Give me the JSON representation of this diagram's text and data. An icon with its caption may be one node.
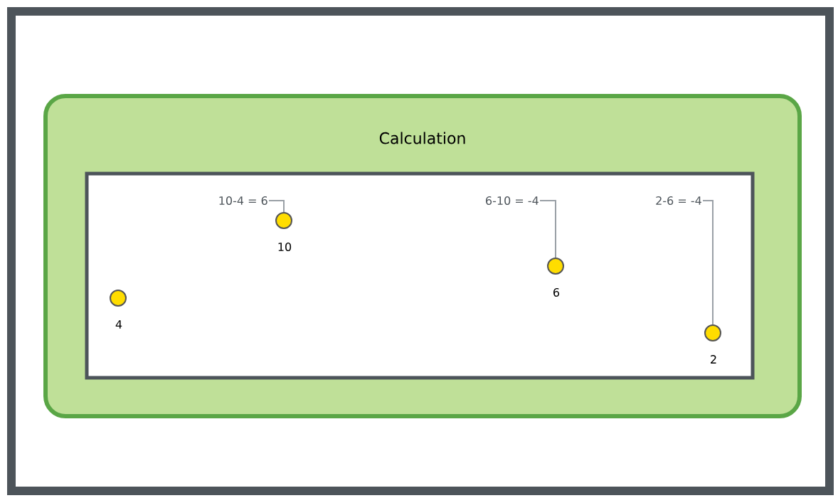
{
  "diagram": {
    "nodes": [
      {
        "text": [
          "Calculation"
        ]
      },
      {
        "text": [],
        "shape": "box",
        "in": 0
      },
      {
        "text": [],
        "shape": "circle",
        "in": 1,
        "beside": [
          "4"
        ]
      },
      {
        "text": [],
        "shape": "circle",
        "in": 1,
        "beside": [
          "10"
        ]
      },
      {
        "text": [],
        "shape": "circle",
        "in": 1,
        "beside": [
          "6"
        ]
      },
      {
        "text": [],
        "shape": "circle",
        "in": 1,
        "beside": [
          "2"
        ]
      },
      {
        "text": [
          "10-4 = 6"
        ],
        "in": 1
      },
      {
        "text": [
          "6-10 = -4"
        ],
        "in": 1
      },
      {
        "text": [
          "2-6 = -4"
        ],
        "in": 1
      }
    ],
    "edges": [
      {
        "from": 6,
        "to": 3,
        "arrow": "none"
      },
      {
        "from": 7,
        "to": 4,
        "arrow": "none"
      },
      {
        "from": 8,
        "to": 5,
        "arrow": "none"
      }
    ]
  }
}
